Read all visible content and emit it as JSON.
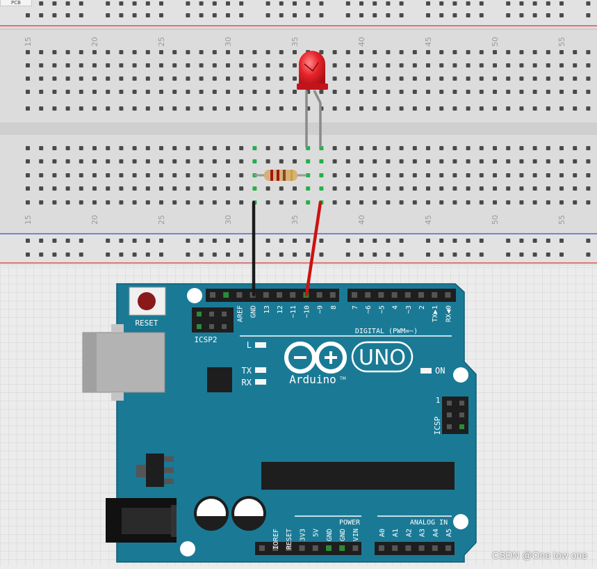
{
  "view": {
    "tab_label": "PCB",
    "watermark": "CSDN @One tow one"
  },
  "breadboard": {
    "column_numbers": [
      "15",
      "20",
      "25",
      "30",
      "35",
      "40",
      "45",
      "50",
      "55"
    ]
  },
  "board": {
    "reset_label": "RESET",
    "icsp2_label": "ICSP2",
    "icsp_label": "ICSP",
    "icsp_pin1": "1",
    "led_l": "L",
    "led_tx": "TX",
    "led_rx": "RX",
    "on_label": "ON",
    "logo_text": "Arduino",
    "tm": "TM",
    "uno": "UNO",
    "digital_label": "DIGITAL (PWM=~)",
    "power_label": "POWER",
    "analog_label": "ANALOG IN",
    "digital_pins": [
      "AREF",
      "GND",
      "13",
      "12",
      "~11",
      "~10",
      "~9",
      "8",
      "7",
      "~6",
      "~5",
      "4",
      "~3",
      "2",
      "TX▶1",
      "RX◀0"
    ],
    "power_pins": [
      "IOREF",
      "RESET",
      "3V3",
      "5V",
      "GND",
      "GND",
      "VIN"
    ],
    "analog_pins": [
      "A0",
      "A1",
      "A2",
      "A3",
      "A4",
      "A5"
    ]
  },
  "colors": {
    "board": "#1a7a96",
    "wire_black": "#1a1a1a",
    "wire_red": "#cc1111",
    "led": "#e8232b",
    "connected_hole": "#22b14c"
  }
}
